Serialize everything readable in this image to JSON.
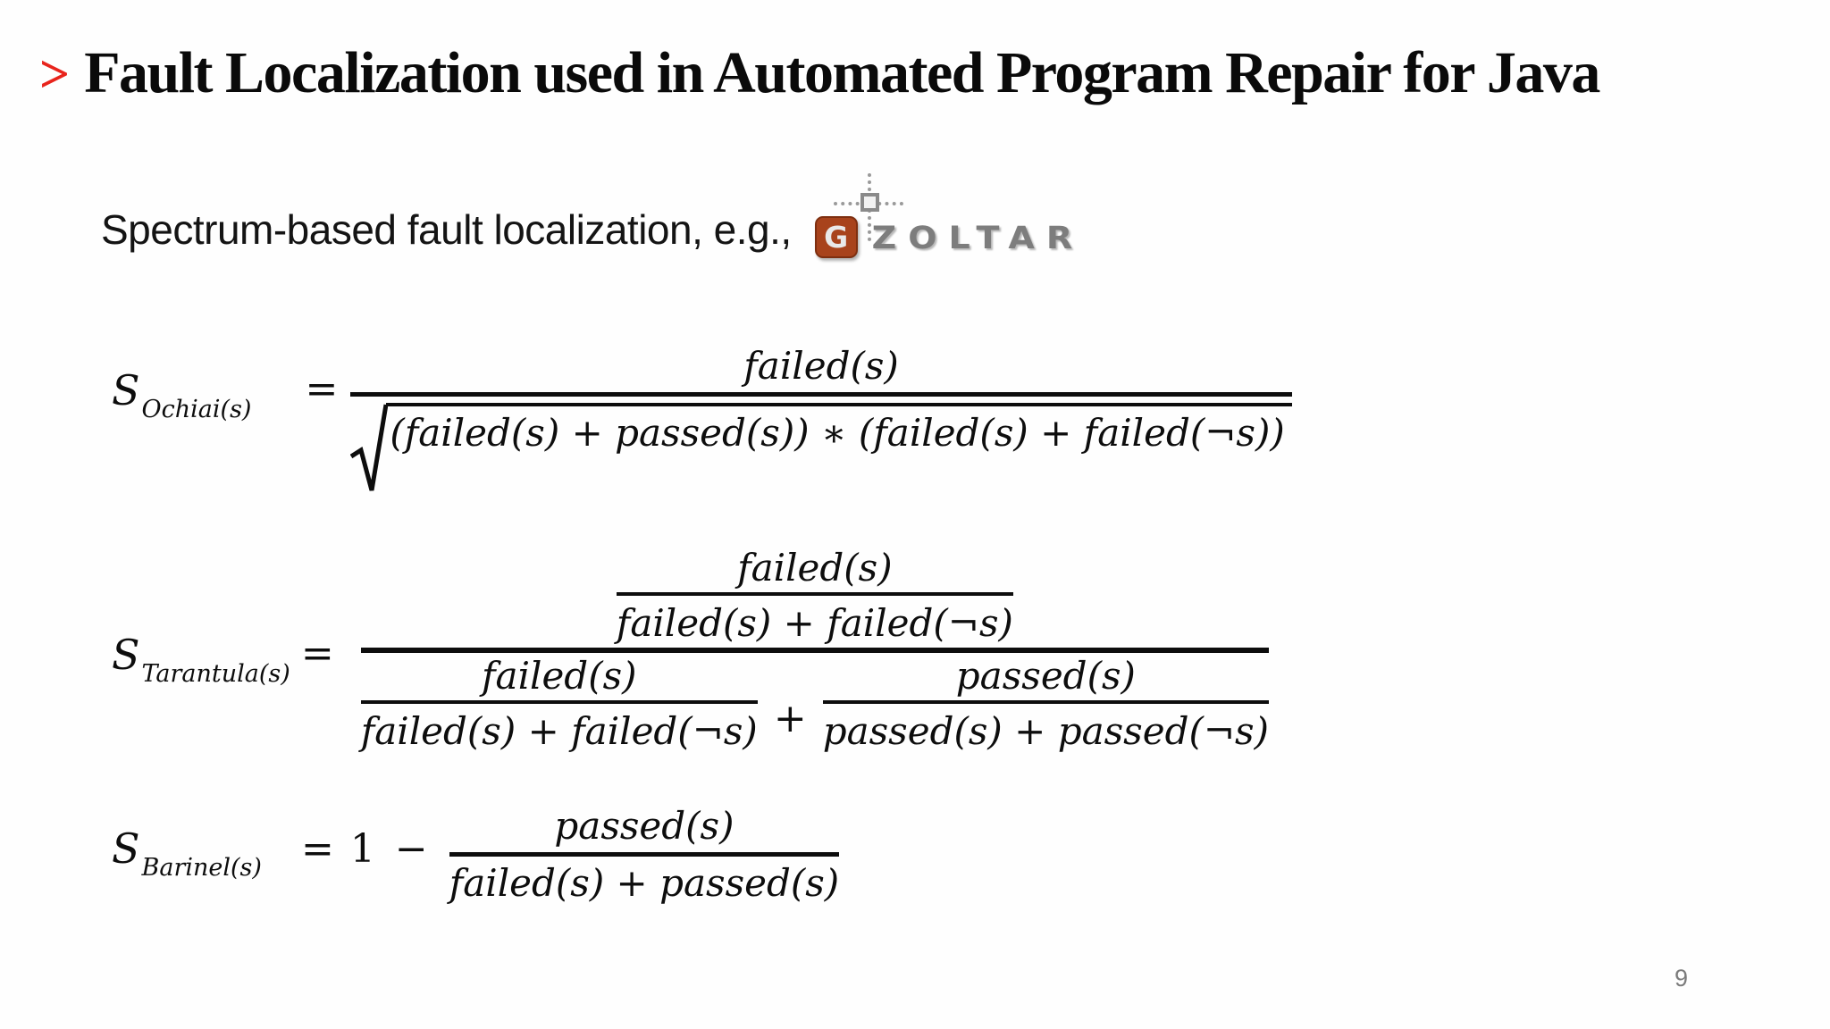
{
  "slide": {
    "title": {
      "marker": ">",
      "text": "Fault Localization used in Automated Program Repair for Java"
    },
    "subtitle": "Spectrum-based fault localization, e.g.,",
    "logo": {
      "g_letter": "G",
      "wordmark": "ZOLTAR"
    },
    "formulas": {
      "ochiai": {
        "label_base": "S",
        "label_sub": "Ochiai(s)",
        "equals": "=",
        "numerator": "failed(s)",
        "radical": "√",
        "radicand": "(failed(s) + passed(s)) ∗ (failed(s) + failed(¬s))"
      },
      "tarantula": {
        "label_base": "S",
        "label_sub": "Tarantula(s)",
        "equals": "=",
        "upper": {
          "num": "failed(s)",
          "den": "failed(s) + failed(¬s)"
        },
        "lower_left": {
          "num": "failed(s)",
          "den": "failed(s) + failed(¬s)"
        },
        "plus": "+",
        "lower_right": {
          "num": "passed(s)",
          "den": "passed(s) + passed(¬s)"
        }
      },
      "barinel": {
        "label_base": "S",
        "label_sub": "Barinel(s)",
        "equals": "=",
        "one": "1",
        "minus": "−",
        "num": "passed(s)",
        "den": "failed(s) + passed(s)"
      }
    },
    "page_number": "9",
    "colors": {
      "accent_red": "#e8241c",
      "logo_orange": "#a8431c",
      "logo_gray": "#7d7d7d",
      "formula_text": "#0d0d0d",
      "page_number_gray": "#7b7b7b"
    }
  }
}
